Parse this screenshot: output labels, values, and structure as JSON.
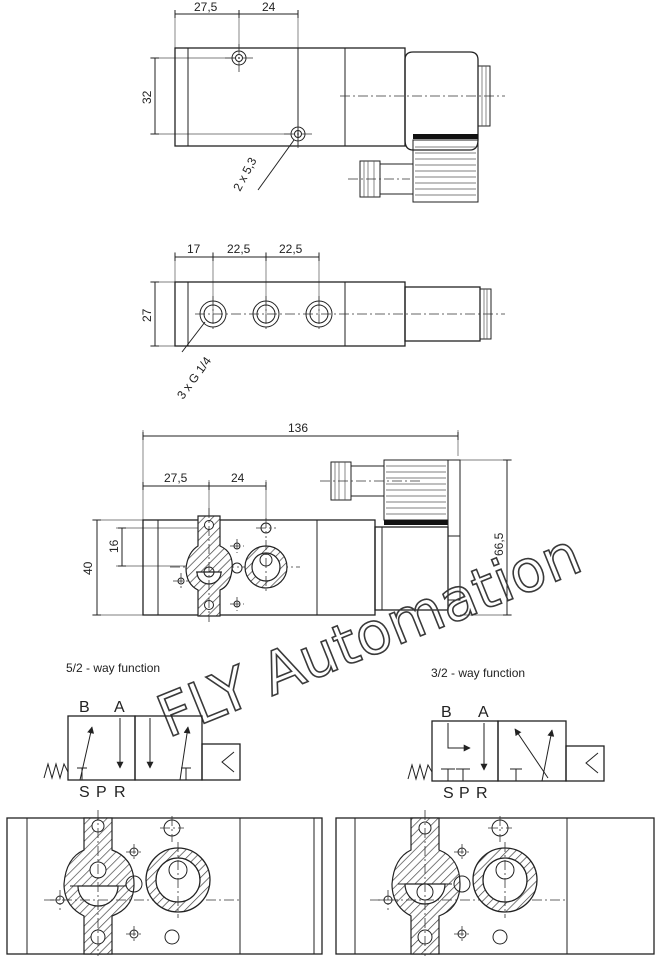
{
  "top_view": {
    "dim_a": "27,5",
    "dim_b": "24",
    "dim_height": "32",
    "holes_note": "2 x 5,3"
  },
  "side_view": {
    "dim_a": "17",
    "dim_b": "22,5",
    "dim_c": "22,5",
    "dim_height": "27",
    "ports_note": "3 x G 1/4"
  },
  "front_view": {
    "dim_total": "136",
    "dim_a": "27,5",
    "dim_b": "24",
    "dim_inner": "16",
    "dim_height": "40",
    "dim_coil": "66,5"
  },
  "watermark": "FLY Automation",
  "symbol_5_2": {
    "title": "5/2 - way function",
    "port_b": "B",
    "port_a": "A",
    "port_s": "S",
    "port_p": "P",
    "port_r": "R"
  },
  "symbol_3_2": {
    "title": "3/2 - way function",
    "port_b": "B",
    "port_a": "A",
    "port_s": "S",
    "port_p": "P",
    "port_r": "R"
  }
}
